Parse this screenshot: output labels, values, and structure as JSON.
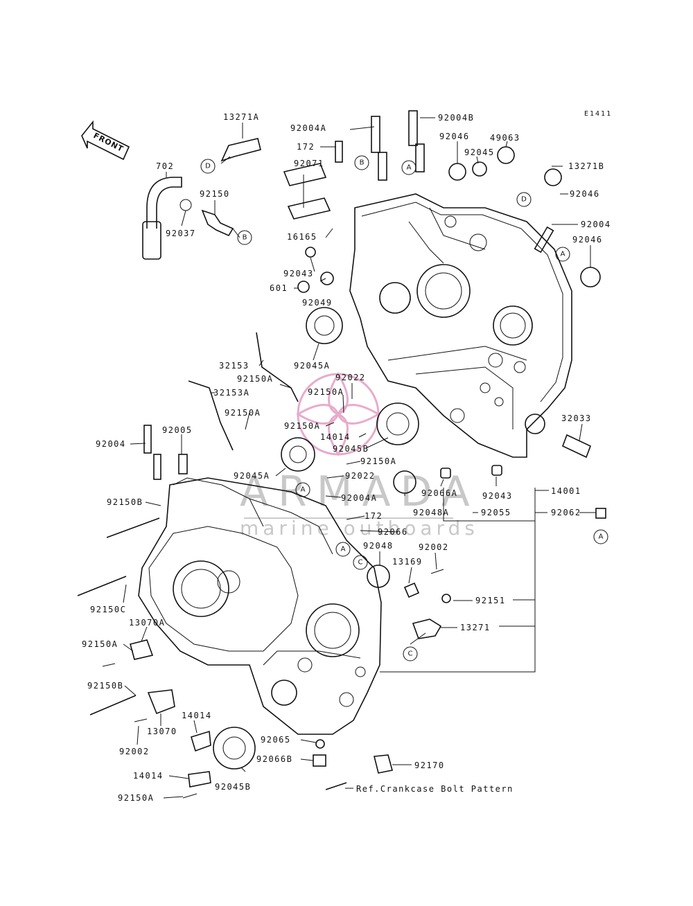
{
  "diagram_code": "E1411",
  "front_label": "FRONT",
  "watermark": {
    "title": "ARMADA",
    "subtitle": "marine outboards",
    "color": "#e6a3c6"
  },
  "reference_note": "Ref.Crankcase Bolt Pattern",
  "callout_letters": [
    "A",
    "B",
    "C",
    "D"
  ],
  "part_labels": [
    "13271A",
    "92004A",
    "92004B",
    "172",
    "92046",
    "49063",
    "92045",
    "13271B",
    "702",
    "92150",
    "92071",
    "92037",
    "16165",
    "92004",
    "92043",
    "601",
    "92049",
    "92045A",
    "32153",
    "92150A",
    "92022",
    "32153A",
    "14014",
    "92045B",
    "32033",
    "92005",
    "92150B",
    "92066A",
    "14001",
    "92048A",
    "92055",
    "92062",
    "92066",
    "92048",
    "92002",
    "13169",
    "92150C",
    "92151",
    "13070A",
    "13271",
    "13070",
    "92065",
    "92066B",
    "92170"
  ]
}
